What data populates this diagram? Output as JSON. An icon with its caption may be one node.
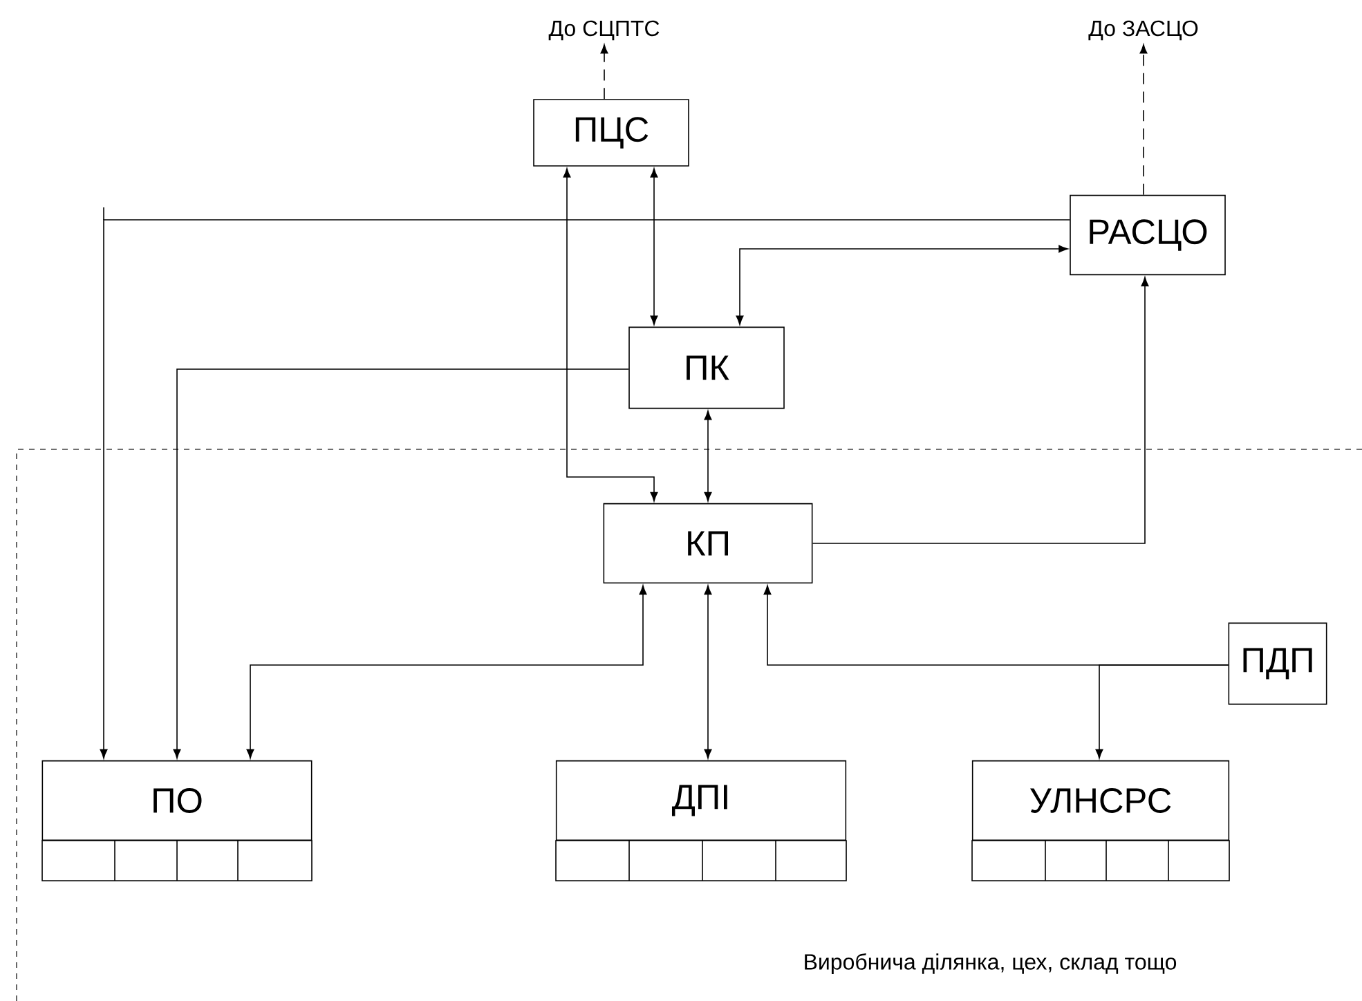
{
  "diagram": {
    "nodes": [
      {
        "text": [
          "До СЦПТС"
        ]
      },
      {
        "text": [
          "До ЗАСЦО"
        ]
      },
      {
        "text": [
          "ПЦС"
        ]
      },
      {
        "text": [
          "РАСЦО"
        ]
      },
      {
        "text": [
          "ПК"
        ]
      },
      {
        "text": [
          "Виробнича ділянка, цех, склад тощо"
        ]
      },
      {
        "text": [
          "КП"
        ],
        "in": 5
      },
      {
        "text": [
          "ПДП"
        ],
        "in": 5
      },
      {
        "text": [
          "ПО"
        ],
        "in": 5
      },
      {
        "text": [
          "ДПІ"
        ],
        "in": 5
      },
      {
        "text": [
          "УЛНСРС"
        ],
        "in": 5
      }
    ],
    "edges": [
      {
        "from": 2,
        "to": 0,
        "arrow": "to",
        "style": "dashed"
      },
      {
        "from": 3,
        "to": 1,
        "arrow": "to",
        "style": "dashed"
      },
      {
        "from": 2,
        "to": 6,
        "arrow": "both"
      },
      {
        "from": 2,
        "to": 4,
        "arrow": "both"
      },
      {
        "from": 4,
        "to": 3,
        "arrow": "both"
      },
      {
        "from": 3,
        "to": 8,
        "arrow": "to"
      },
      {
        "from": 4,
        "to": 8,
        "arrow": "to"
      },
      {
        "from": 6,
        "to": 4,
        "arrow": "both"
      },
      {
        "from": 6,
        "to": 3,
        "arrow": "to"
      },
      {
        "from": 6,
        "to": 8,
        "arrow": "both"
      },
      {
        "from": 6,
        "to": 9,
        "arrow": "both"
      },
      {
        "from": 7,
        "to": 6,
        "arrow": "to"
      },
      {
        "from": 7,
        "to": 10,
        "arrow": "to"
      }
    ]
  }
}
